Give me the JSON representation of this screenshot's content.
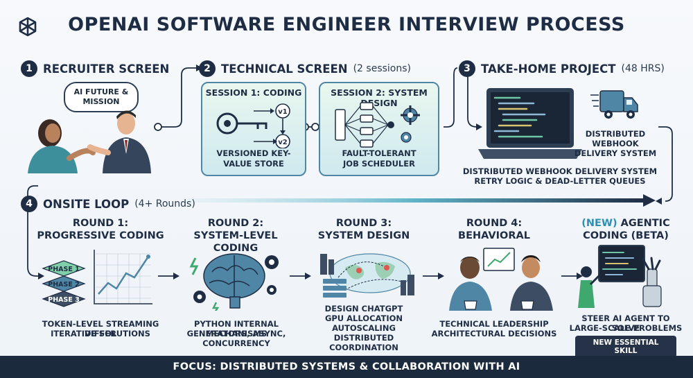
{
  "title": "OPENAI SOFTWARE ENGINEER INTERVIEW PROCESS",
  "steps": [
    {
      "num": "1",
      "title": "RECRUITER SCREEN",
      "sub": "",
      "bubble": "AI FUTURE & MISSION"
    },
    {
      "num": "2",
      "title": "TECHNICAL SCREEN",
      "sub": "(2 sessions)",
      "session1": {
        "title": "SESSION 1: CODING",
        "caption": "VERSIONED KEY-VALUE STORE",
        "v1": "v1",
        "v2": "v2"
      },
      "session2": {
        "title": "SESSION 2: SYSTEM DESIGN",
        "caption": "FAULT-TOLERANT JOB SCHEDULER"
      }
    },
    {
      "num": "3",
      "title": "TAKE-HOME PROJECT",
      "sub": "(48 HRS)",
      "truck_label": "DISTRIBUTED WEBHOOK DELIVERY SYSTEM",
      "caption_line1": "DISTRIBUTED WEBHOOK DELIVERY SYSTEM",
      "caption_line2": "RETRY LOGIC & DEAD-LETTER QUEUES"
    },
    {
      "num": "4",
      "title": "ONSITE LOOP",
      "sub": "(4+ Rounds)"
    }
  ],
  "rounds": [
    {
      "title_l1": "ROUND 1:",
      "title_l2": "PROGRESSIVE CODING",
      "phases": [
        "PHASE 1",
        "PHASE 2",
        "PHASE 3"
      ],
      "caption_l1": "TOKEN-LEVEL STREAMING DIFFER",
      "caption_l2": "ITERATIVE SOLUTIONS"
    },
    {
      "title_l1": "ROUND 2:",
      "title_l2": "SYSTEM-LEVEL CODING",
      "caption_l1": "PYTHON INTERNAL MECHANISMS",
      "caption_l2": "GENERATORS, ASYNC, CONCURRENCY"
    },
    {
      "title_l1": "ROUND 3:",
      "title_l2": "SYSTEM DESIGN",
      "caption_l1": "DESIGN CHATGPT",
      "caption_l2": "GPU ALLOCATION",
      "caption_l3": "AUTOSCALING",
      "caption_l4": "DISTRIBUTED COORDINATION"
    },
    {
      "title_l1": "ROUND 4:",
      "title_l2": "BEHAVIORAL",
      "caption_l1": "TECHNICAL LEADERSHIP",
      "caption_l2": "ARCHITECTURAL DECISIONS"
    },
    {
      "new_tag": "(NEW)",
      "title_l1": " AGENTIC",
      "title_l2": "CODING (BETA)",
      "caption_l1": "STEER AI AGENT TO SOLVE",
      "caption_l2": "LARGE-SCALE PROBLEMS",
      "badge": "NEW ESSENTIAL SKILL"
    }
  ],
  "footer": "FOCUS: DISTRIBUTED SYSTEMS & COLLABORATION WITH AI",
  "colors": {
    "navy": "#1f2d44",
    "teal": "#4f86a6",
    "accent": "#2d8fb3"
  }
}
